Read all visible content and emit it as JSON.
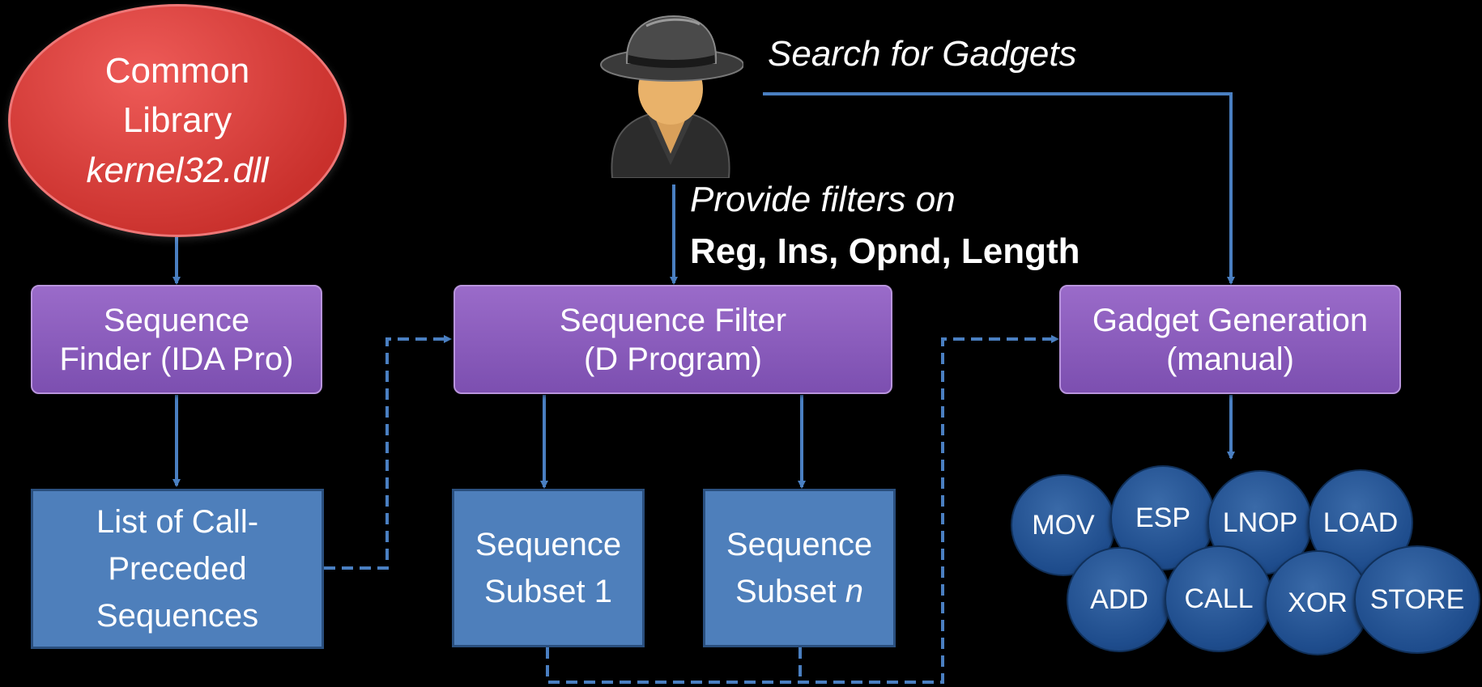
{
  "library": {
    "line1": "Common",
    "line2": "Library",
    "line3": "kernel32.dll"
  },
  "sequence_finder": {
    "line1": "Sequence",
    "line2": "Finder (IDA Pro)"
  },
  "call_list": {
    "line1": "List of Call-",
    "line2": "Preceded",
    "line3": "Sequences"
  },
  "sequence_filter": {
    "line1": "Sequence Filter",
    "line2": "(D Program)"
  },
  "subset1": {
    "line1": "Sequence",
    "line2": "Subset 1"
  },
  "subsetn": {
    "line1": "Sequence",
    "line2": "Subset ",
    "n": "n"
  },
  "gadget_generation": {
    "line1": "Gadget Generation",
    "line2": "(manual)"
  },
  "search_label": "Search for Gadgets",
  "filters_label": "Provide filters on",
  "filters_bold": "Reg, Ins, Opnd, Length",
  "gadgets": {
    "mov": "MOV",
    "esp": "ESP",
    "lnop": "LNOP",
    "load": "LOAD",
    "add": "ADD",
    "call": "CALL",
    "xor": "XOR",
    "store": "STORE"
  },
  "icon": "spy-hacker-icon",
  "colors": {
    "purple": "#8b5cbf",
    "blue": "#4e7fbb",
    "red": "#d43a36",
    "arrow": "#4a7fc1",
    "chip": "#2a5a99"
  }
}
